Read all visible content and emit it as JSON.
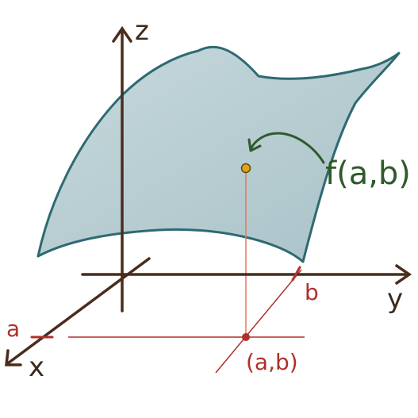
{
  "labels": {
    "z_axis": "z",
    "y_axis": "y",
    "x_axis": "x",
    "a_tick": "a",
    "b_tick": "b",
    "point": "(a,b)",
    "function_value": "f(a,b)"
  },
  "colors": {
    "axis": "#4a2c1c",
    "surface_fill": "#b9cfd4",
    "surface_edge": "#2e6a72",
    "red_guides": "#b0302a",
    "projection_line": "#e07a5f",
    "annotation_arrow": "#2f5a2a",
    "point_fill": "#e3a21a"
  }
}
